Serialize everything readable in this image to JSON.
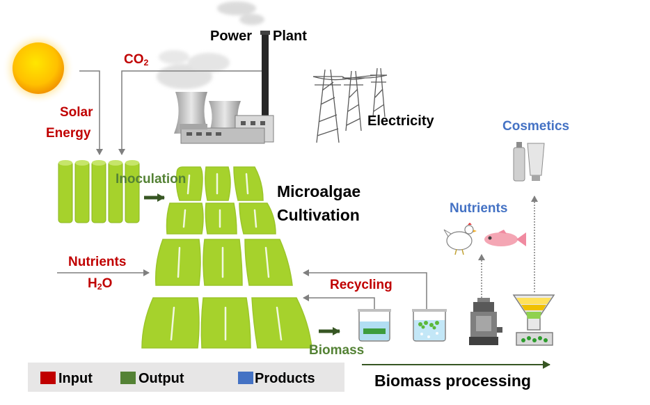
{
  "labels": {
    "power_word1": "Power",
    "power_word2": "Plant",
    "co2_main": "CO",
    "co2_sub": "2",
    "solar_line1": "Solar",
    "solar_line2": "Energy",
    "electricity": "Electricity",
    "inoculation": "Inoculation",
    "cultivation_line1": "Microalgae",
    "cultivation_line2": "Cultivation",
    "nutrients_input": "Nutrients",
    "water_main": "H",
    "water_sub": "2",
    "water_end": "O",
    "recycling": "Recycling",
    "biomass": "Biomass",
    "biomass_processing": "Biomass processing",
    "nutrients_product": "Nutrients",
    "cosmetics": "Cosmetics"
  },
  "legend": [
    {
      "label": "Input",
      "color": "#c00000"
    },
    {
      "label": "Output",
      "color": "#548235"
    },
    {
      "label": "Products",
      "color": "#4472c4"
    }
  ],
  "colors": {
    "input": "#c00000",
    "output": "#548235",
    "products": "#4472c4",
    "algae": "#a6d22c",
    "arrow_gray": "#7f7f7f",
    "arrow_green": "#375623"
  },
  "icons": [
    "sun-icon",
    "power-plant-icon",
    "power-tower-icon",
    "photobioreactor-tubes-icon",
    "raceway-pond-icon",
    "beaker-icon",
    "centrifuge-icon",
    "filter-funnel-icon",
    "chicken-icon",
    "fish-icon",
    "cosmetic-bottles-icon"
  ]
}
